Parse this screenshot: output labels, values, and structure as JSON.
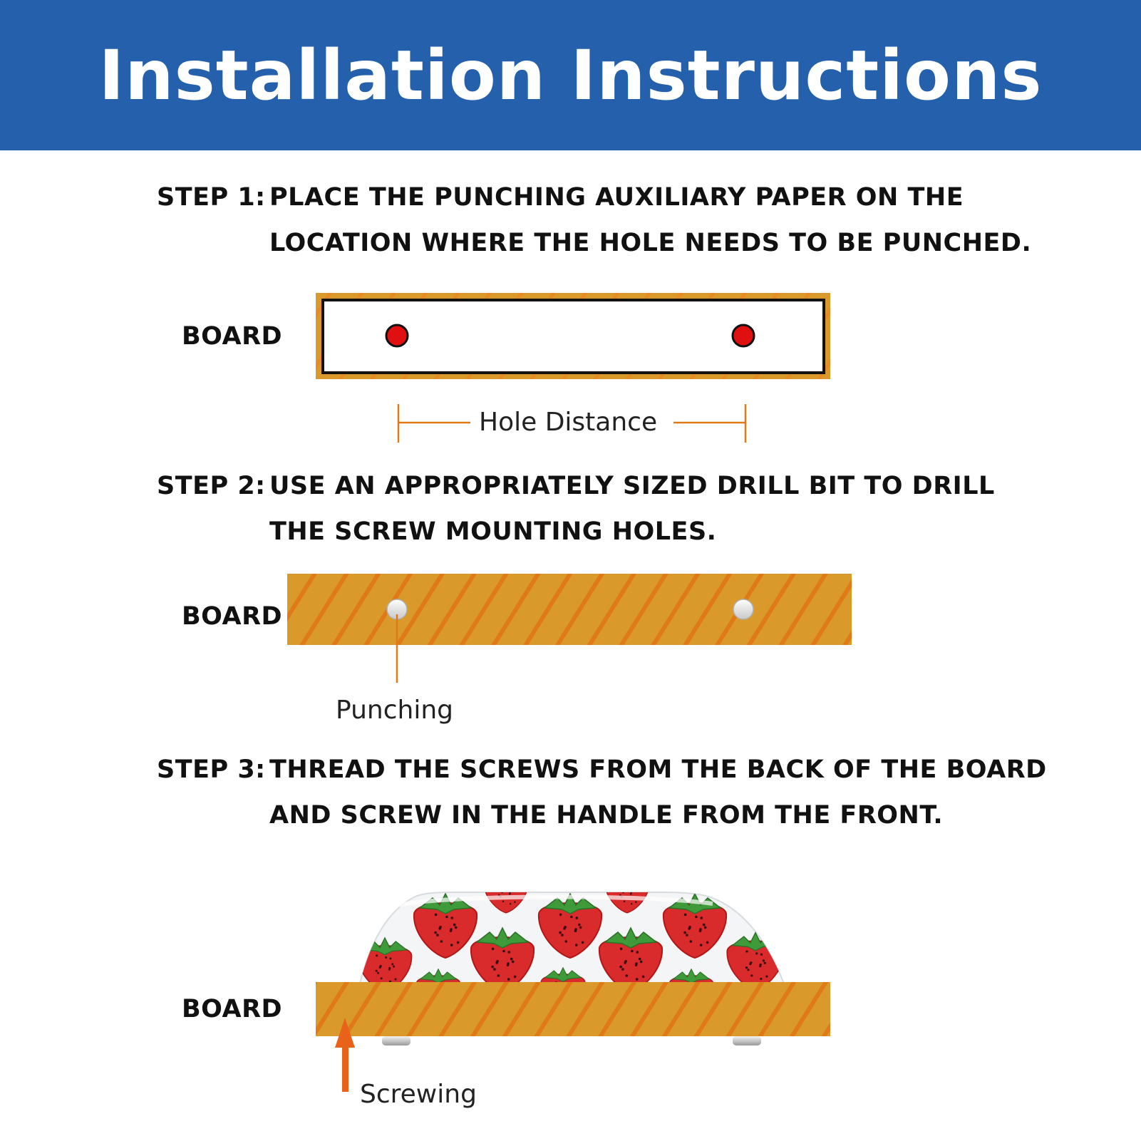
{
  "title": "Installation Instructions",
  "colors": {
    "header_bg": "#2460ab",
    "board": "#d99a2b",
    "board_stripe": "#e07a16",
    "marker_red": "#e01010",
    "dimension_line": "#e07a16",
    "arrow": "#e8621a"
  },
  "steps": [
    {
      "number": "STEP 1:",
      "lines": [
        "PLACE THE PUNCHING AUXILIARY PAPER ON THE",
        "LOCATION WHERE THE HOLE NEEDS TO BE PUNCHED."
      ]
    },
    {
      "number": "STEP 2:",
      "lines": [
        "USE AN APPROPRIATELY SIZED DRILL BIT TO DRILL",
        "THE SCREW MOUNTING HOLES."
      ]
    },
    {
      "number": "STEP 3:",
      "lines": [
        "THREAD THE SCREWS FROM THE BACK OF THE BOARD",
        "AND SCREW IN THE HANDLE FROM THE FRONT."
      ]
    }
  ],
  "board_label": "BOARD",
  "labels": {
    "hole_distance": "Hole Distance",
    "punching": "Punching",
    "screwing": "Screwing"
  },
  "handle_pattern": "strawberry"
}
